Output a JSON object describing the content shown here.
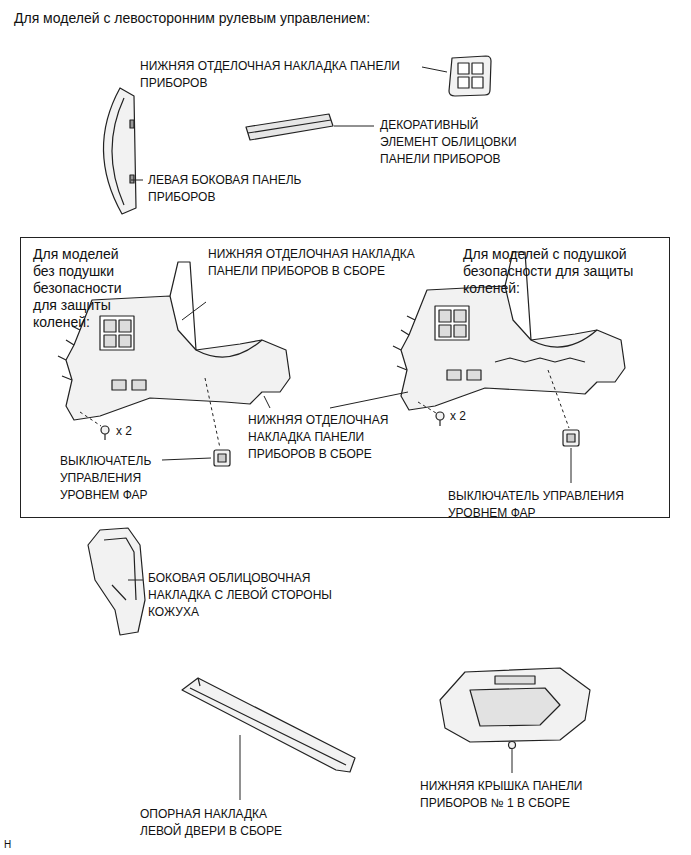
{
  "diagram": {
    "title": "Для моделей с левосторонним рулевым управлением:",
    "nodes": [
      {
        "text": [
          "Для моделей без подушки безопасности для защиты коленей:",
          "Для моделей с подушкой безопасности для защиты коленей:"
        ]
      }
    ],
    "labels": [
      "НИЖНЯЯ ОТДЕЛОЧНАЯ НАКЛАДКА ПАНЕЛИ ПРИБОРОВ",
      "ДЕКОРАТИВНЫЙ ЭЛЕМЕНТ ОБЛИЦОВКИ ПАНЕЛИ ПРИБОРОВ",
      "ЛЕВАЯ БОКОВАЯ ПАНЕЛЬ ПРИБОРОВ",
      "НИЖНЯЯ ОТДЕЛОЧНАЯ НАКЛАДКА ПАНЕЛИ ПРИБОРОВ В СБОРЕ",
      "x 2",
      "ВЫКЛЮЧАТЕЛЬ УПРАВЛЕНИЯ УРОВНЕМ ФАР",
      "НИЖНЯЯ ОТДЕЛОЧНАЯ НАКЛАДКА ПАНЕЛИ ПРИБОРОВ В СБОРЕ",
      "x 2",
      "ВЫКЛЮЧАТЕЛЬ УПРАВЛЕНИЯ УРОВНЕМ ФАР",
      "БОКОВАЯ ОБЛИЦОВОЧНАЯ НАКЛАДКА С ЛЕВОЙ СТОРОНЫ КОЖУХА",
      "ОПОРНАЯ НАКЛАДКА ЛЕВОЙ ДВЕРИ В СБОРЕ",
      "НИЖНЯЯ КРЫШКА ПАНЕЛИ ПРИБОРОВ № 1 В СБОРЕ",
      "H"
    ]
  }
}
